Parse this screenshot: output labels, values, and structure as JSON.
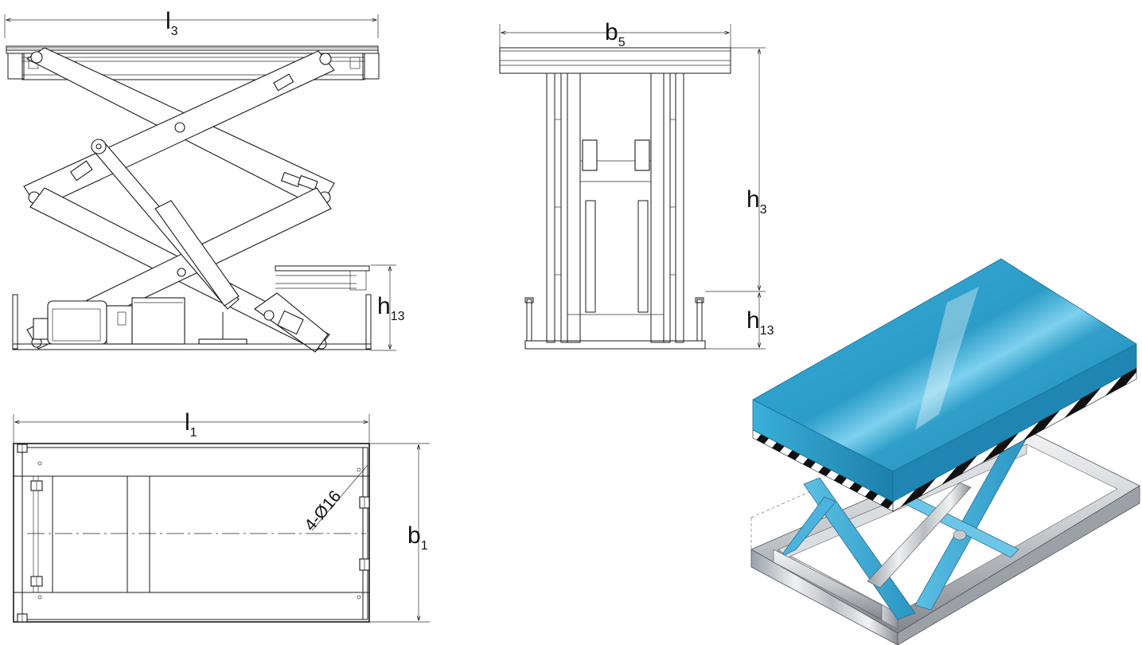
{
  "dimensions": {
    "l3": {
      "main": "l",
      "sub": "3"
    },
    "b5": {
      "main": "b",
      "sub": "5"
    },
    "h3": {
      "main": "h",
      "sub": "3"
    },
    "h13_side": {
      "main": "h",
      "sub": "13"
    },
    "h13_front": {
      "main": "h",
      "sub": "13"
    },
    "l1": {
      "main": "l",
      "sub": "1"
    },
    "b1": {
      "main": "b",
      "sub": "1"
    }
  },
  "hole_callout": "4-Ø16",
  "colors": {
    "line": "#1a1a1a",
    "platform_blue": "#2fa3cf",
    "platform_blue_light": "#7fd1ee",
    "steel_light": "#e4e6ea",
    "steel_dark": "#8c9097"
  }
}
